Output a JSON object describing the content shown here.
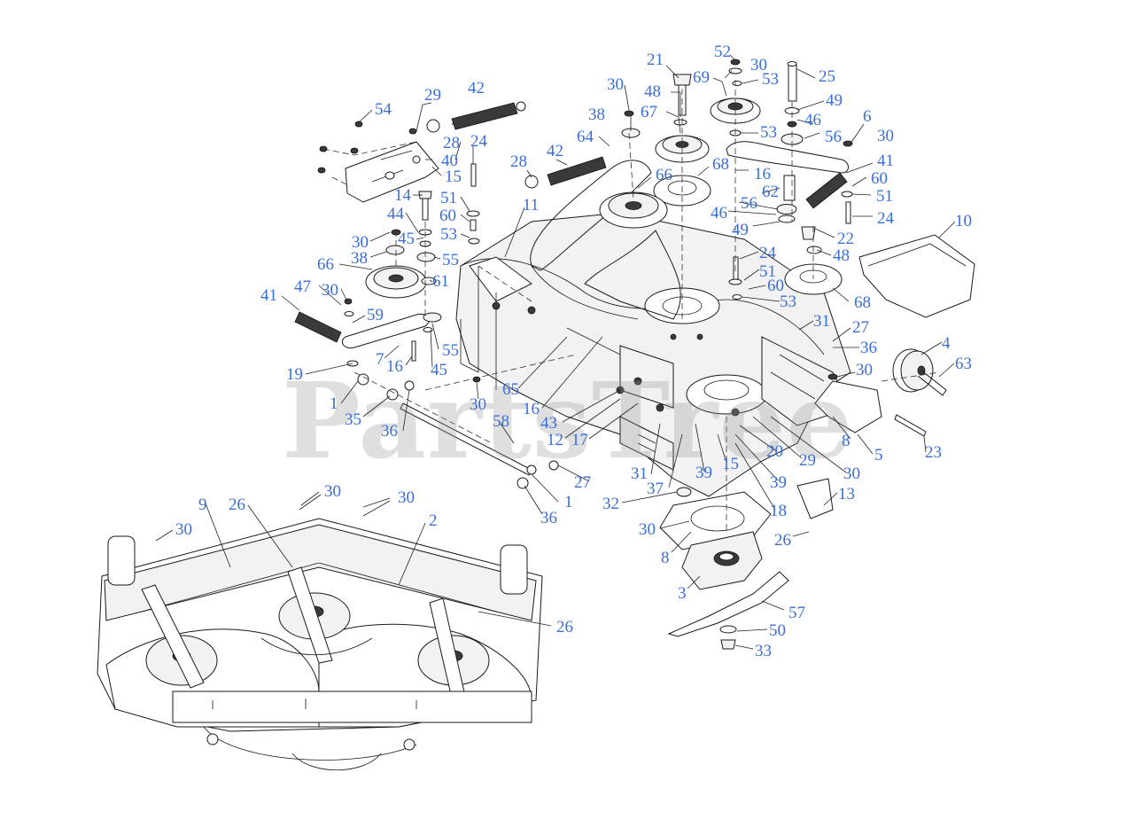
{
  "diagram": {
    "watermark": "PartsTree",
    "label_color": "#3a6fd8",
    "callouts": [
      {
        "id": "c21",
        "text": "21"
      },
      {
        "id": "c52",
        "text": "52"
      },
      {
        "id": "c30a",
        "text": "30"
      },
      {
        "id": "c69",
        "text": "69"
      },
      {
        "id": "c53a",
        "text": "53"
      },
      {
        "id": "c25",
        "text": "25"
      },
      {
        "id": "c30b",
        "text": "30"
      },
      {
        "id": "c48a",
        "text": "48"
      },
      {
        "id": "c49a",
        "text": "49"
      },
      {
        "id": "c42a",
        "text": "42"
      },
      {
        "id": "c29a",
        "text": "29"
      },
      {
        "id": "c54",
        "text": "54"
      },
      {
        "id": "c38a",
        "text": "38"
      },
      {
        "id": "c67",
        "text": "67"
      },
      {
        "id": "c46a",
        "text": "46"
      },
      {
        "id": "c6",
        "text": "6"
      },
      {
        "id": "c64",
        "text": "64"
      },
      {
        "id": "c53b",
        "text": "53"
      },
      {
        "id": "c56a",
        "text": "56"
      },
      {
        "id": "c30c",
        "text": "30"
      },
      {
        "id": "c28a",
        "text": "28"
      },
      {
        "id": "c24a",
        "text": "24"
      },
      {
        "id": "c40",
        "text": "40"
      },
      {
        "id": "c42b",
        "text": "42"
      },
      {
        "id": "c68a",
        "text": "68"
      },
      {
        "id": "c41a",
        "text": "41"
      },
      {
        "id": "c15a",
        "text": "15"
      },
      {
        "id": "c28b",
        "text": "28"
      },
      {
        "id": "c16a",
        "text": "16"
      },
      {
        "id": "c66a",
        "text": "66"
      },
      {
        "id": "c60a",
        "text": "60"
      },
      {
        "id": "c62",
        "text": "62"
      },
      {
        "id": "c14",
        "text": "14"
      },
      {
        "id": "c51a",
        "text": "51"
      },
      {
        "id": "c56b",
        "text": "56"
      },
      {
        "id": "c51b",
        "text": "51"
      },
      {
        "id": "c11",
        "text": "11"
      },
      {
        "id": "c46b",
        "text": "46"
      },
      {
        "id": "c24b",
        "text": "24"
      },
      {
        "id": "c44",
        "text": "44"
      },
      {
        "id": "c60b",
        "text": "60"
      },
      {
        "id": "c10",
        "text": "10"
      },
      {
        "id": "c49b",
        "text": "49"
      },
      {
        "id": "c22",
        "text": "22"
      },
      {
        "id": "c30d",
        "text": "30"
      },
      {
        "id": "c45a",
        "text": "45"
      },
      {
        "id": "c53c",
        "text": "53"
      },
      {
        "id": "c48b",
        "text": "48"
      },
      {
        "id": "c38b",
        "text": "38"
      },
      {
        "id": "c55a",
        "text": "55"
      },
      {
        "id": "c24c",
        "text": "24"
      },
      {
        "id": "c66b",
        "text": "66"
      },
      {
        "id": "c61",
        "text": "61"
      },
      {
        "id": "c51c",
        "text": "51"
      },
      {
        "id": "c30e",
        "text": "30"
      },
      {
        "id": "c60c",
        "text": "60"
      },
      {
        "id": "c47",
        "text": "47"
      },
      {
        "id": "c68b",
        "text": "68"
      },
      {
        "id": "c53d",
        "text": "53"
      },
      {
        "id": "c41b",
        "text": "41"
      },
      {
        "id": "c59",
        "text": "59"
      },
      {
        "id": "c31a",
        "text": "31"
      },
      {
        "id": "c27a",
        "text": "27"
      },
      {
        "id": "c36a",
        "text": "36"
      },
      {
        "id": "c4",
        "text": "4"
      },
      {
        "id": "c63",
        "text": "63"
      },
      {
        "id": "c55b",
        "text": "55"
      },
      {
        "id": "c7",
        "text": "7"
      },
      {
        "id": "c16b",
        "text": "16"
      },
      {
        "id": "c45b",
        "text": "45"
      },
      {
        "id": "c19",
        "text": "19"
      },
      {
        "id": "c30f",
        "text": "30"
      },
      {
        "id": "c65",
        "text": "65"
      },
      {
        "id": "c1a",
        "text": "1"
      },
      {
        "id": "c30g",
        "text": "30"
      },
      {
        "id": "c16c",
        "text": "16"
      },
      {
        "id": "c43",
        "text": "43"
      },
      {
        "id": "c35",
        "text": "35"
      },
      {
        "id": "c36b",
        "text": "36"
      },
      {
        "id": "c58",
        "text": "58"
      },
      {
        "id": "c12",
        "text": "12"
      },
      {
        "id": "c17",
        "text": "17"
      },
      {
        "id": "c8a",
        "text": "8"
      },
      {
        "id": "c5",
        "text": "5"
      },
      {
        "id": "c23",
        "text": "23"
      },
      {
        "id": "c20",
        "text": "20"
      },
      {
        "id": "c29b",
        "text": "29"
      },
      {
        "id": "c15b",
        "text": "15"
      },
      {
        "id": "c30h",
        "text": "30"
      },
      {
        "id": "c39a",
        "text": "39"
      },
      {
        "id": "c31b",
        "text": "31"
      },
      {
        "id": "c27b",
        "text": "27"
      },
      {
        "id": "c39b",
        "text": "39"
      },
      {
        "id": "c37",
        "text": "37"
      },
      {
        "id": "c1b",
        "text": "1"
      },
      {
        "id": "c13",
        "text": "13"
      },
      {
        "id": "c32",
        "text": "32"
      },
      {
        "id": "c18",
        "text": "18"
      },
      {
        "id": "c36c",
        "text": "36"
      },
      {
        "id": "c30i",
        "text": "30"
      },
      {
        "id": "c30j",
        "text": "30"
      },
      {
        "id": "c9",
        "text": "9"
      },
      {
        "id": "c26a",
        "text": "26"
      },
      {
        "id": "c2",
        "text": "2"
      },
      {
        "id": "c30k",
        "text": "30"
      },
      {
        "id": "c30l",
        "text": "30"
      },
      {
        "id": "c8b",
        "text": "8"
      },
      {
        "id": "c26b",
        "text": "26"
      },
      {
        "id": "c3",
        "text": "3"
      },
      {
        "id": "c57",
        "text": "57"
      },
      {
        "id": "c26c",
        "text": "26"
      },
      {
        "id": "c50",
        "text": "50"
      },
      {
        "id": "c33",
        "text": "33"
      }
    ]
  }
}
